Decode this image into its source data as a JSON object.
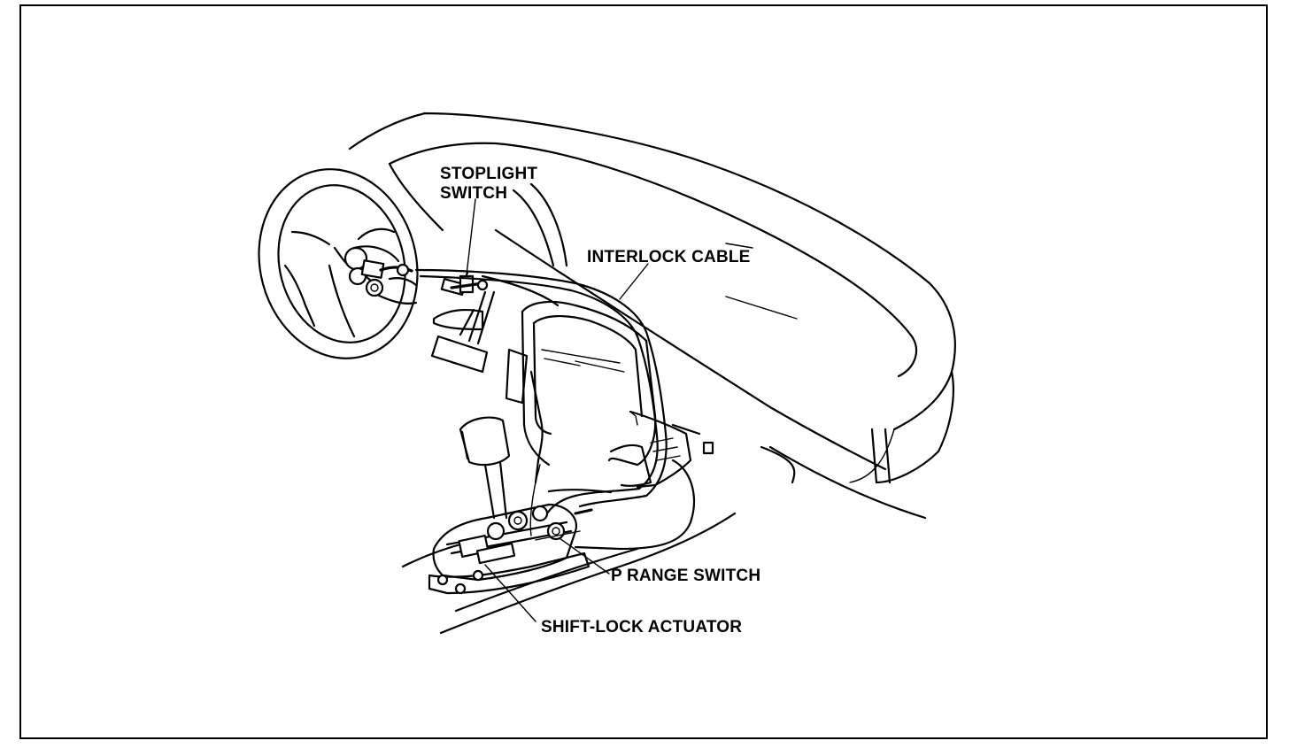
{
  "labels": {
    "stoplight_line1": "STOPLIGHT",
    "stoplight_line2": "SWITCH",
    "interlock_cable": "INTERLOCK CABLE",
    "p_range_switch": "P RANGE SWITCH",
    "shift_lock_actuator": "SHIFT-LOCK ACTUATOR"
  }
}
